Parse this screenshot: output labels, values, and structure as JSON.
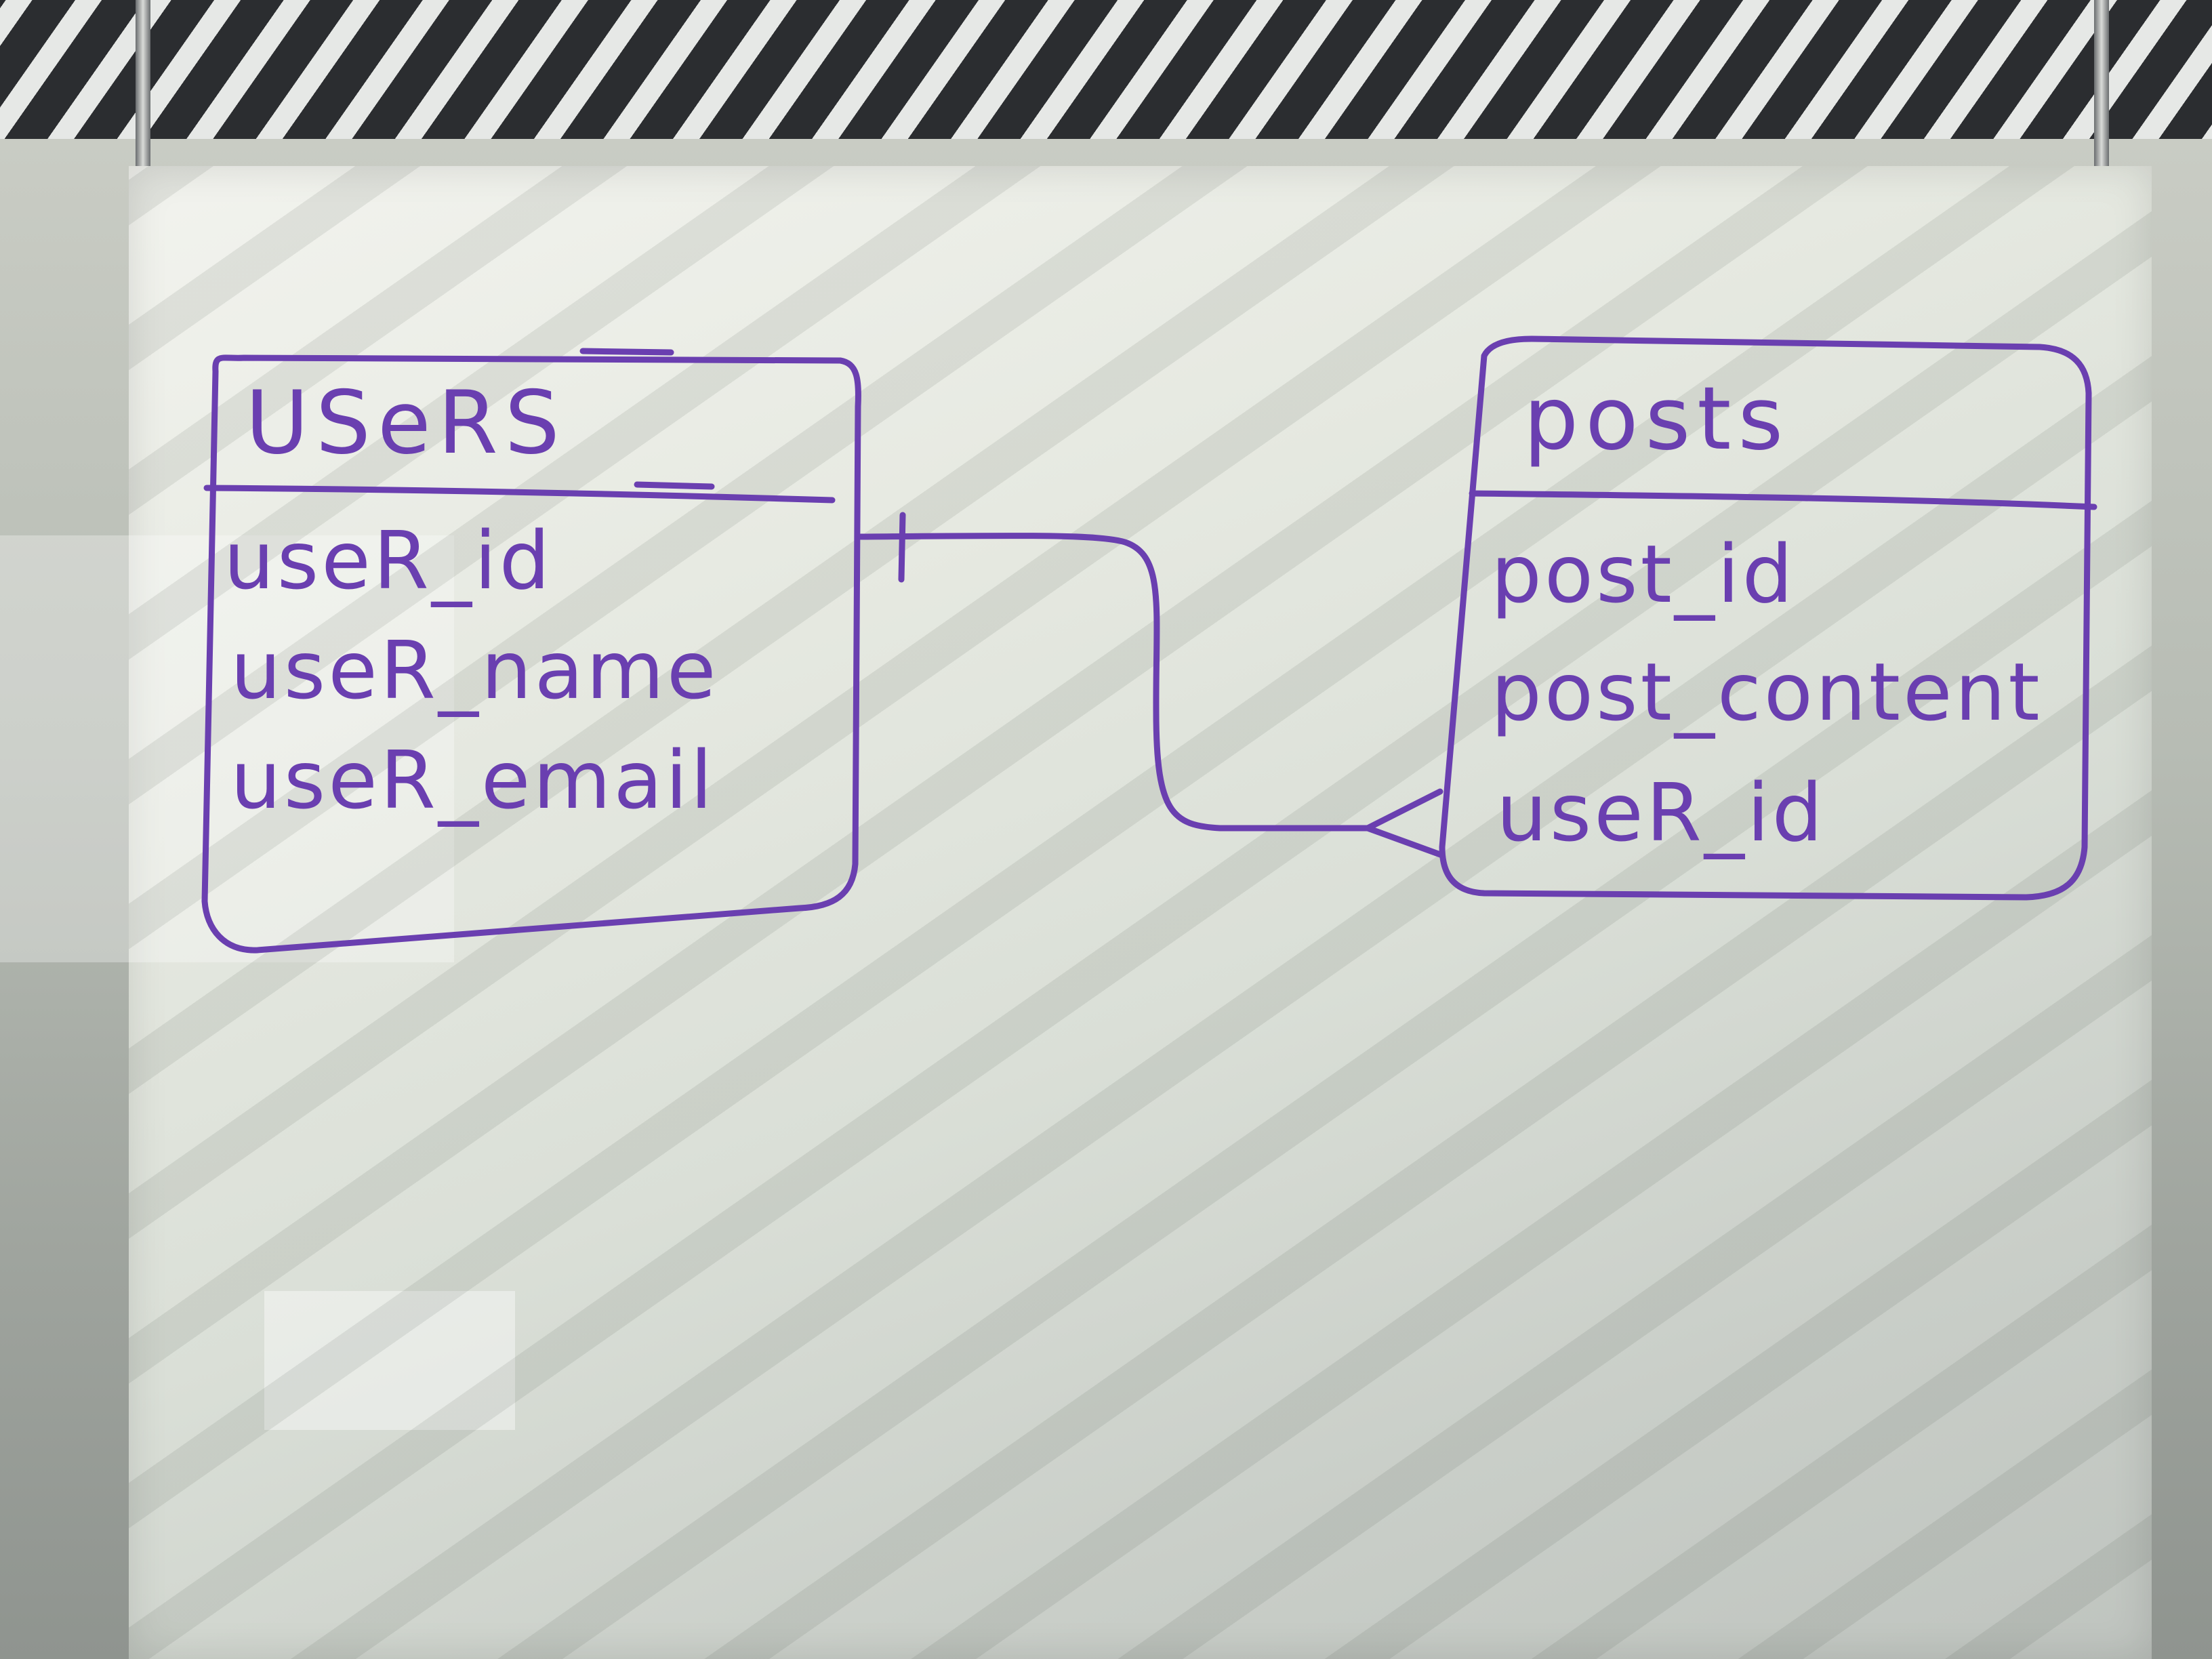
{
  "entities": [
    {
      "id": "users",
      "title": "USeRS",
      "fields": [
        "useR_id",
        "useR_name",
        "useR_email"
      ]
    },
    {
      "id": "posts",
      "title": "posts",
      "fields": [
        "post_id",
        "post_content",
        "useR_id"
      ]
    }
  ],
  "relationship": {
    "from_entity": "users",
    "from_field": "useR_id",
    "from_cardinality": "one",
    "to_entity": "posts",
    "to_field": "useR_id",
    "to_cardinality": "many"
  },
  "colors": {
    "marker": "#6a3fb0",
    "board": "#e6e9e1"
  }
}
